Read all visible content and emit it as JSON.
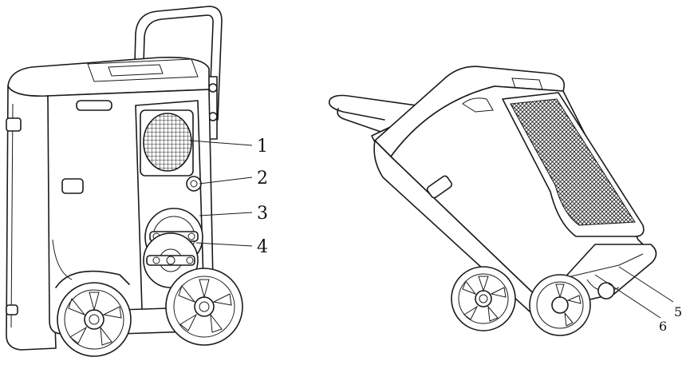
{
  "callouts": {
    "c1": "1",
    "c2": "2",
    "c3": "3",
    "c4": "4",
    "c5": "5",
    "c6": "6"
  },
  "colors": {
    "line": "#1a1a1a",
    "background": "#ffffff",
    "grille": "#2a2a2a"
  }
}
